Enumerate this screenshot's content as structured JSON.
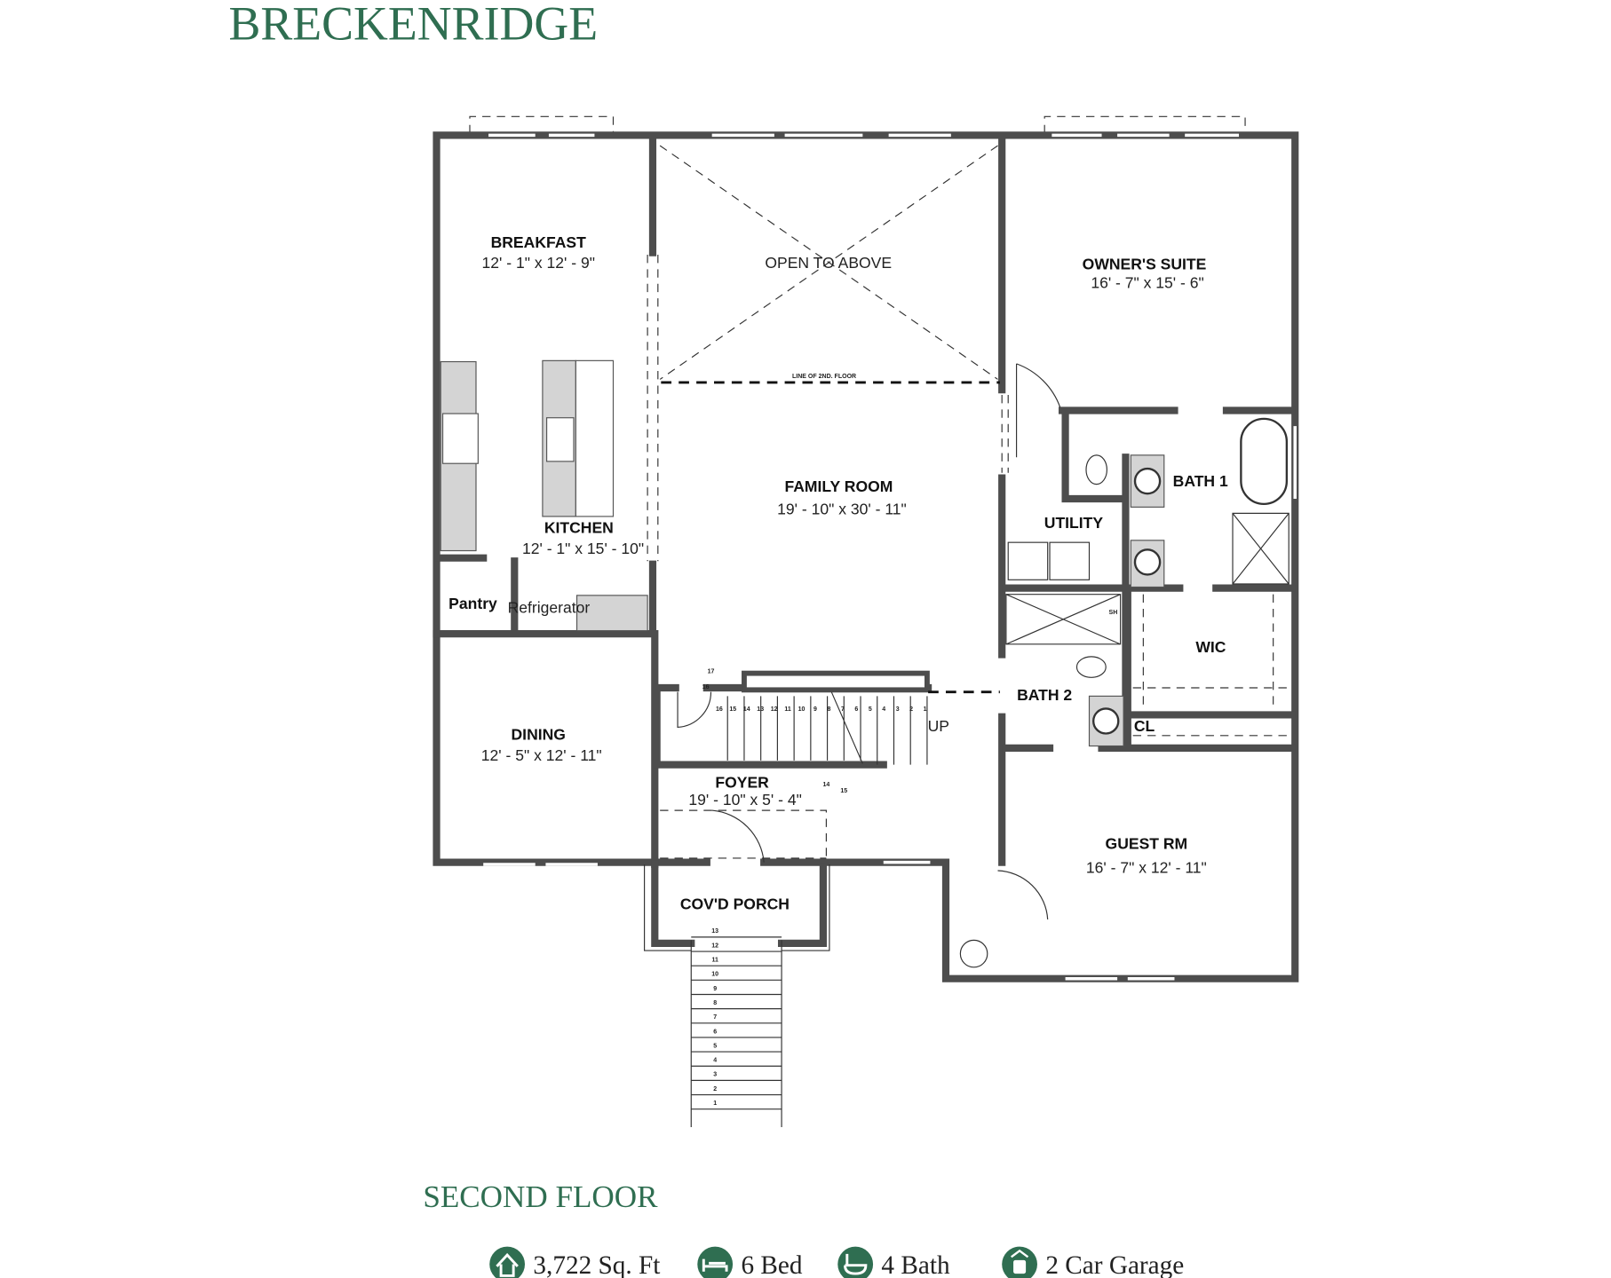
{
  "header": {
    "title": "BRECKENRIDGE"
  },
  "plan": {
    "floor_label": "SECOND FLOOR",
    "rooms": {
      "breakfast": {
        "name": "BREAKFAST",
        "dims": "12' - 1\" x 12' - 9\""
      },
      "open_above": {
        "name": "OPEN TO ABOVE"
      },
      "owners_suite": {
        "name": "OWNER'S SUITE",
        "dims": "16' - 7\" x 15' - 6\""
      },
      "kitchen": {
        "name": "KITCHEN",
        "dims": "12' - 1\" x 15' - 10\""
      },
      "family_room": {
        "name": "FAMILY ROOM",
        "dims": "19' - 10\" x 30' - 11\""
      },
      "pantry": {
        "name": "Pantry"
      },
      "refrigerator": {
        "name": "Refrigerator"
      },
      "utility": {
        "name": "UTILITY"
      },
      "bath1": {
        "name": "BATH 1"
      },
      "bath2": {
        "name": "BATH 2"
      },
      "wic": {
        "name": "WIC"
      },
      "cl": {
        "name": "CL"
      },
      "dining": {
        "name": "DINING",
        "dims": "12' - 5\" x 12' - 11\""
      },
      "foyer": {
        "name": "FOYER",
        "dims": "19' - 10\" x 5' - 4\""
      },
      "porch": {
        "name": "COV'D PORCH"
      },
      "guest": {
        "name": "GUEST RM",
        "dims": "16' - 7\" x 12' - 11\""
      }
    },
    "annotations": {
      "line_2nd_floor": "LINE OF 2ND. FLOOR",
      "up": "UP",
      "sh": "SH"
    },
    "stair_numbers": [
      "16",
      "15",
      "14",
      "13",
      "12",
      "11",
      "10",
      "9",
      "8",
      "7",
      "6",
      "5",
      "4",
      "3",
      "2",
      "1"
    ],
    "stair_extra": [
      "17",
      "16",
      "14",
      "15"
    ],
    "porch_steps": [
      "13",
      "12",
      "11",
      "10",
      "9",
      "8",
      "7",
      "6",
      "5",
      "4",
      "3",
      "2",
      "1"
    ]
  },
  "stats": [
    {
      "icon": "house-icon",
      "label": "3,722 Sq. Ft"
    },
    {
      "icon": "bed-icon",
      "label": "6 Bed"
    },
    {
      "icon": "bathtub-icon",
      "label": "4 Bath"
    },
    {
      "icon": "car-garage-icon",
      "label": "2 Car Garage"
    }
  ],
  "colors": {
    "brand_green": "#2f6e51",
    "wall": "#4d4d4d"
  }
}
